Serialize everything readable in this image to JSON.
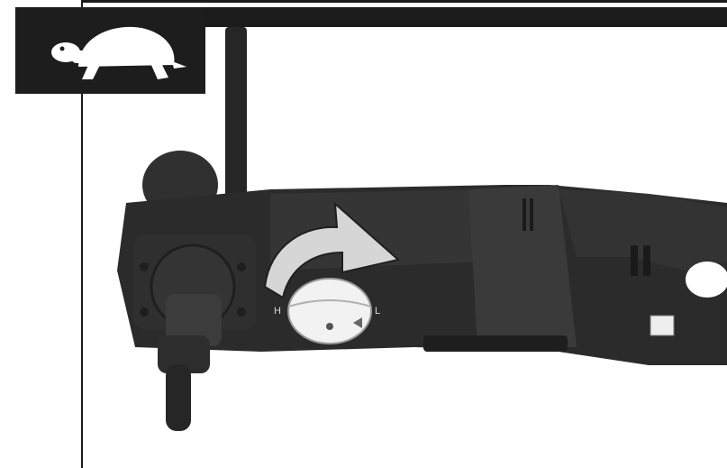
{
  "icon": {
    "name": "turtle-icon",
    "meaning": "low speed"
  },
  "dial": {
    "label_left": "H",
    "label_right": "L"
  },
  "colors": {
    "band": "#1b1b1b",
    "tool_body": "#2a2a2a",
    "arrow": "#d6d6d6"
  }
}
